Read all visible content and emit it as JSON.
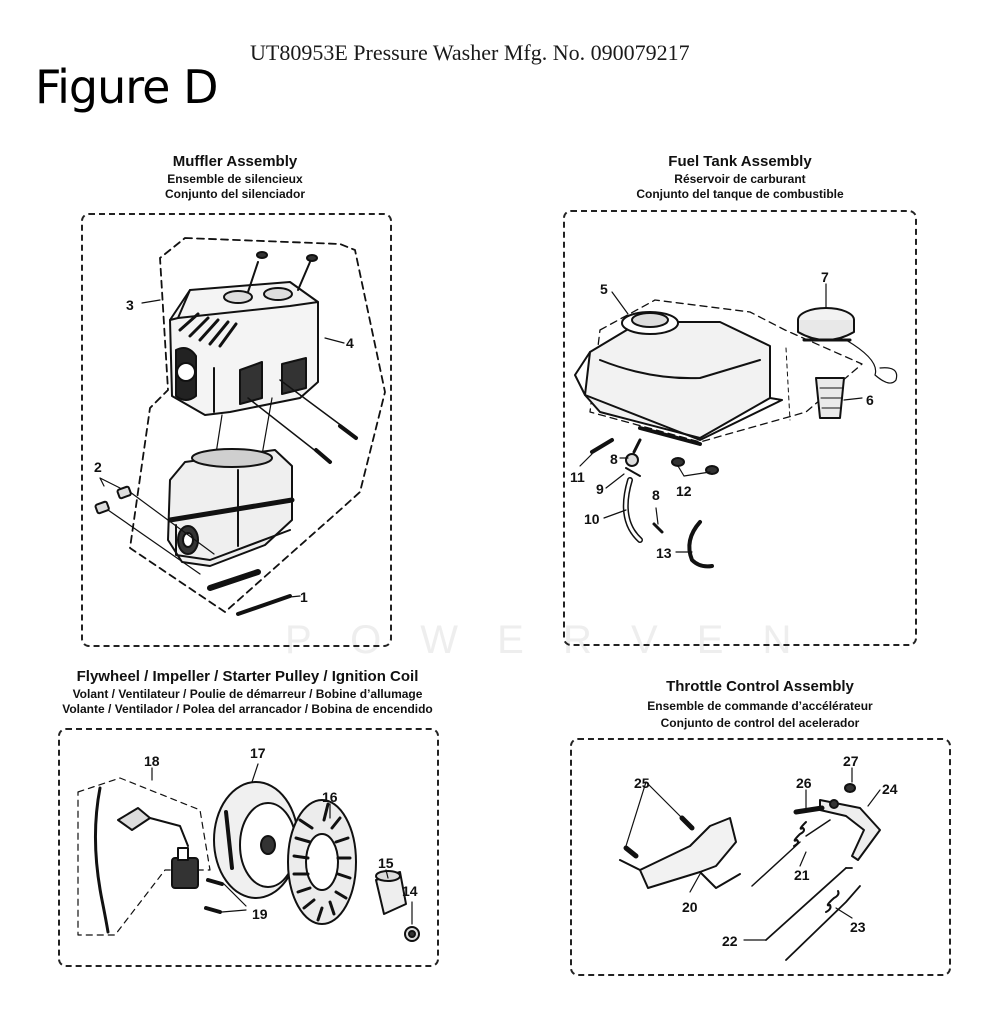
{
  "header": {
    "title": "UT80953E Pressure Washer Mfg. No. 090079217",
    "figure": "Figure D"
  },
  "watermark": "P O W E R V E N",
  "sections": {
    "muffler": {
      "title": "Muffler Assembly",
      "title_fr": "Ensemble de silencieux",
      "title_es": "Conjunto del silenciador",
      "callouts": {
        "c1": "1",
        "c2": "2",
        "c3": "3",
        "c4": "4"
      }
    },
    "fuel_tank": {
      "title": "Fuel Tank Assembly",
      "title_fr": "Réservoir de carburant",
      "title_es": "Conjunto del tanque de combustible",
      "callouts": {
        "c5": "5",
        "c6": "6",
        "c7": "7",
        "c8a": "8",
        "c8b": "8",
        "c9": "9",
        "c10": "10",
        "c11": "11",
        "c12": "12",
        "c13": "13"
      }
    },
    "flywheel": {
      "title": "Flywheel / Impeller / Starter Pulley / Ignition Coil",
      "title_fr": "Volant / Ventilateur / Poulie de démarreur / Bobine d’allumage",
      "title_es": "Volante / Ventilador / Polea del arrancador / Bobina de encendido",
      "callouts": {
        "c14": "14",
        "c15": "15",
        "c16": "16",
        "c17": "17",
        "c18": "18",
        "c19": "19"
      }
    },
    "throttle": {
      "title": "Throttle Control Assembly",
      "title_fr": "Ensemble de commande d’accélérateur",
      "title_es": "Conjunto de control del acelerador",
      "callouts": {
        "c20": "20",
        "c21": "21",
        "c22": "22",
        "c23": "23",
        "c24": "24",
        "c25": "25",
        "c26": "26",
        "c27": "27"
      }
    }
  }
}
